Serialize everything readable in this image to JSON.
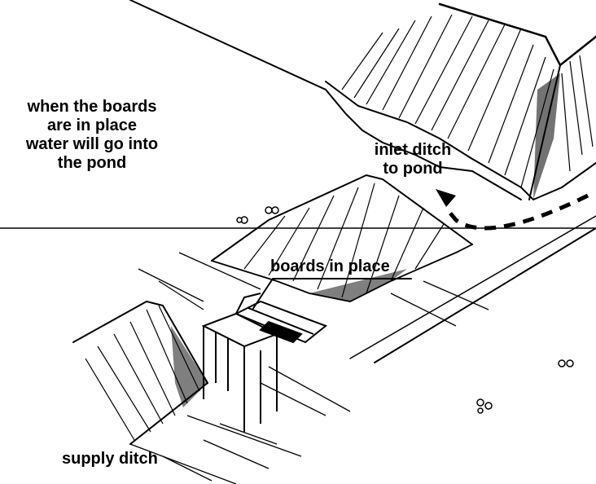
{
  "labels": {
    "boards_note": [
      "when the boards",
      "are in place",
      "water will go into",
      "the pond"
    ],
    "inlet": [
      "inlet ditch",
      "to pond"
    ],
    "boards_in_place": "boards in place",
    "supply": "supply ditch"
  },
  "colors": {
    "ink": "#000000",
    "paper": "#ffffff"
  }
}
